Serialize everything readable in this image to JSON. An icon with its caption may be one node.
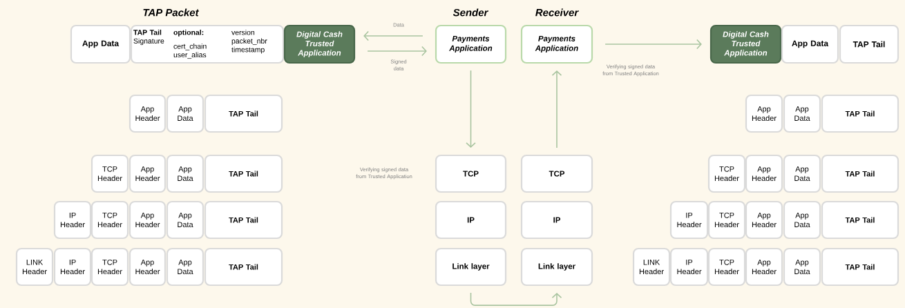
{
  "diagram": {
    "nodes": [
      {
        "text": [
          "App Data"
        ]
      },
      {
        "text": [
          "TAP Tail",
          "Signature",
          "optional:",
          "cert_chain user_alias",
          "version packet_nbr timestamp"
        ]
      },
      {
        "text": [
          "Digital Cash Trusted Application"
        ]
      },
      {
        "text": [
          "Payments Application"
        ]
      },
      {
        "text": [
          "Payments Application"
        ]
      },
      {
        "text": [
          "Digital Cash Trusted Application"
        ]
      },
      {
        "text": [
          "App Data"
        ]
      },
      {
        "text": [
          "TAP Tail"
        ]
      },
      {
        "text": [
          "App Header"
        ]
      },
      {
        "text": [
          "App Data"
        ]
      },
      {
        "text": [
          "TAP Tail"
        ]
      },
      {
        "text": [
          "TCP Header"
        ]
      },
      {
        "text": [
          "App Header"
        ]
      },
      {
        "text": [
          "App Data"
        ]
      },
      {
        "text": [
          "TAP Tail"
        ]
      },
      {
        "text": [
          "IP Header"
        ]
      },
      {
        "text": [
          "TCP Header"
        ]
      },
      {
        "text": [
          "App Header"
        ]
      },
      {
        "text": [
          "App Data"
        ]
      },
      {
        "text": [
          "TAP Tail"
        ]
      },
      {
        "text": [
          "LINK Header"
        ]
      },
      {
        "text": [
          "IP Header"
        ]
      },
      {
        "text": [
          "TCP Header"
        ]
      },
      {
        "text": [
          "App Header"
        ]
      },
      {
        "text": [
          "App Data"
        ]
      },
      {
        "text": [
          "TAP Tail"
        ]
      },
      {
        "text": [
          "TCP"
        ]
      },
      {
        "text": [
          "IP"
        ]
      },
      {
        "text": [
          "Link layer"
        ]
      },
      {
        "text": [
          "TCP"
        ]
      },
      {
        "text": [
          "IP"
        ]
      },
      {
        "text": [
          "Link layer"
        ]
      },
      {
        "text": [
          "App Header"
        ]
      },
      {
        "text": [
          "App Data"
        ]
      },
      {
        "text": [
          "TAP Tail"
        ]
      },
      {
        "text": [
          "TCP Header"
        ]
      },
      {
        "text": [
          "App Header"
        ]
      },
      {
        "text": [
          "App Data"
        ]
      },
      {
        "text": [
          "TAP Tail"
        ]
      },
      {
        "text": [
          "IP Header"
        ]
      },
      {
        "text": [
          "TCP Header"
        ]
      },
      {
        "text": [
          "App Header"
        ]
      },
      {
        "text": [
          "App Data"
        ]
      },
      {
        "text": [
          "TAP Tail"
        ]
      },
      {
        "text": [
          "LINK Header"
        ]
      },
      {
        "text": [
          "IP Header"
        ]
      },
      {
        "text": [
          "TCP Header"
        ]
      },
      {
        "text": [
          "App Header"
        ]
      },
      {
        "text": [
          "App Data"
        ]
      },
      {
        "text": [
          "TAP Tail"
        ]
      }
    ],
    "edges": [
      {
        "from": 3,
        "to": 2,
        "arrow": "to",
        "label": "Data"
      },
      {
        "from": 2,
        "to": 3,
        "arrow": "to",
        "label": "Signed data"
      },
      {
        "from": 4,
        "to": 5,
        "arrow": "to",
        "label": "Verifying signed data from Trusted Application"
      },
      {
        "from": 3,
        "to": 26,
        "arrow": "to"
      },
      {
        "from": 29,
        "to": 4,
        "arrow": "to"
      },
      {
        "from": 28,
        "to": 31,
        "arrow": "to"
      }
    ],
    "labels": [
      "TAP Packet",
      "Sender",
      "Receiver",
      "Verifying signed data from Trusted Application"
    ]
  }
}
